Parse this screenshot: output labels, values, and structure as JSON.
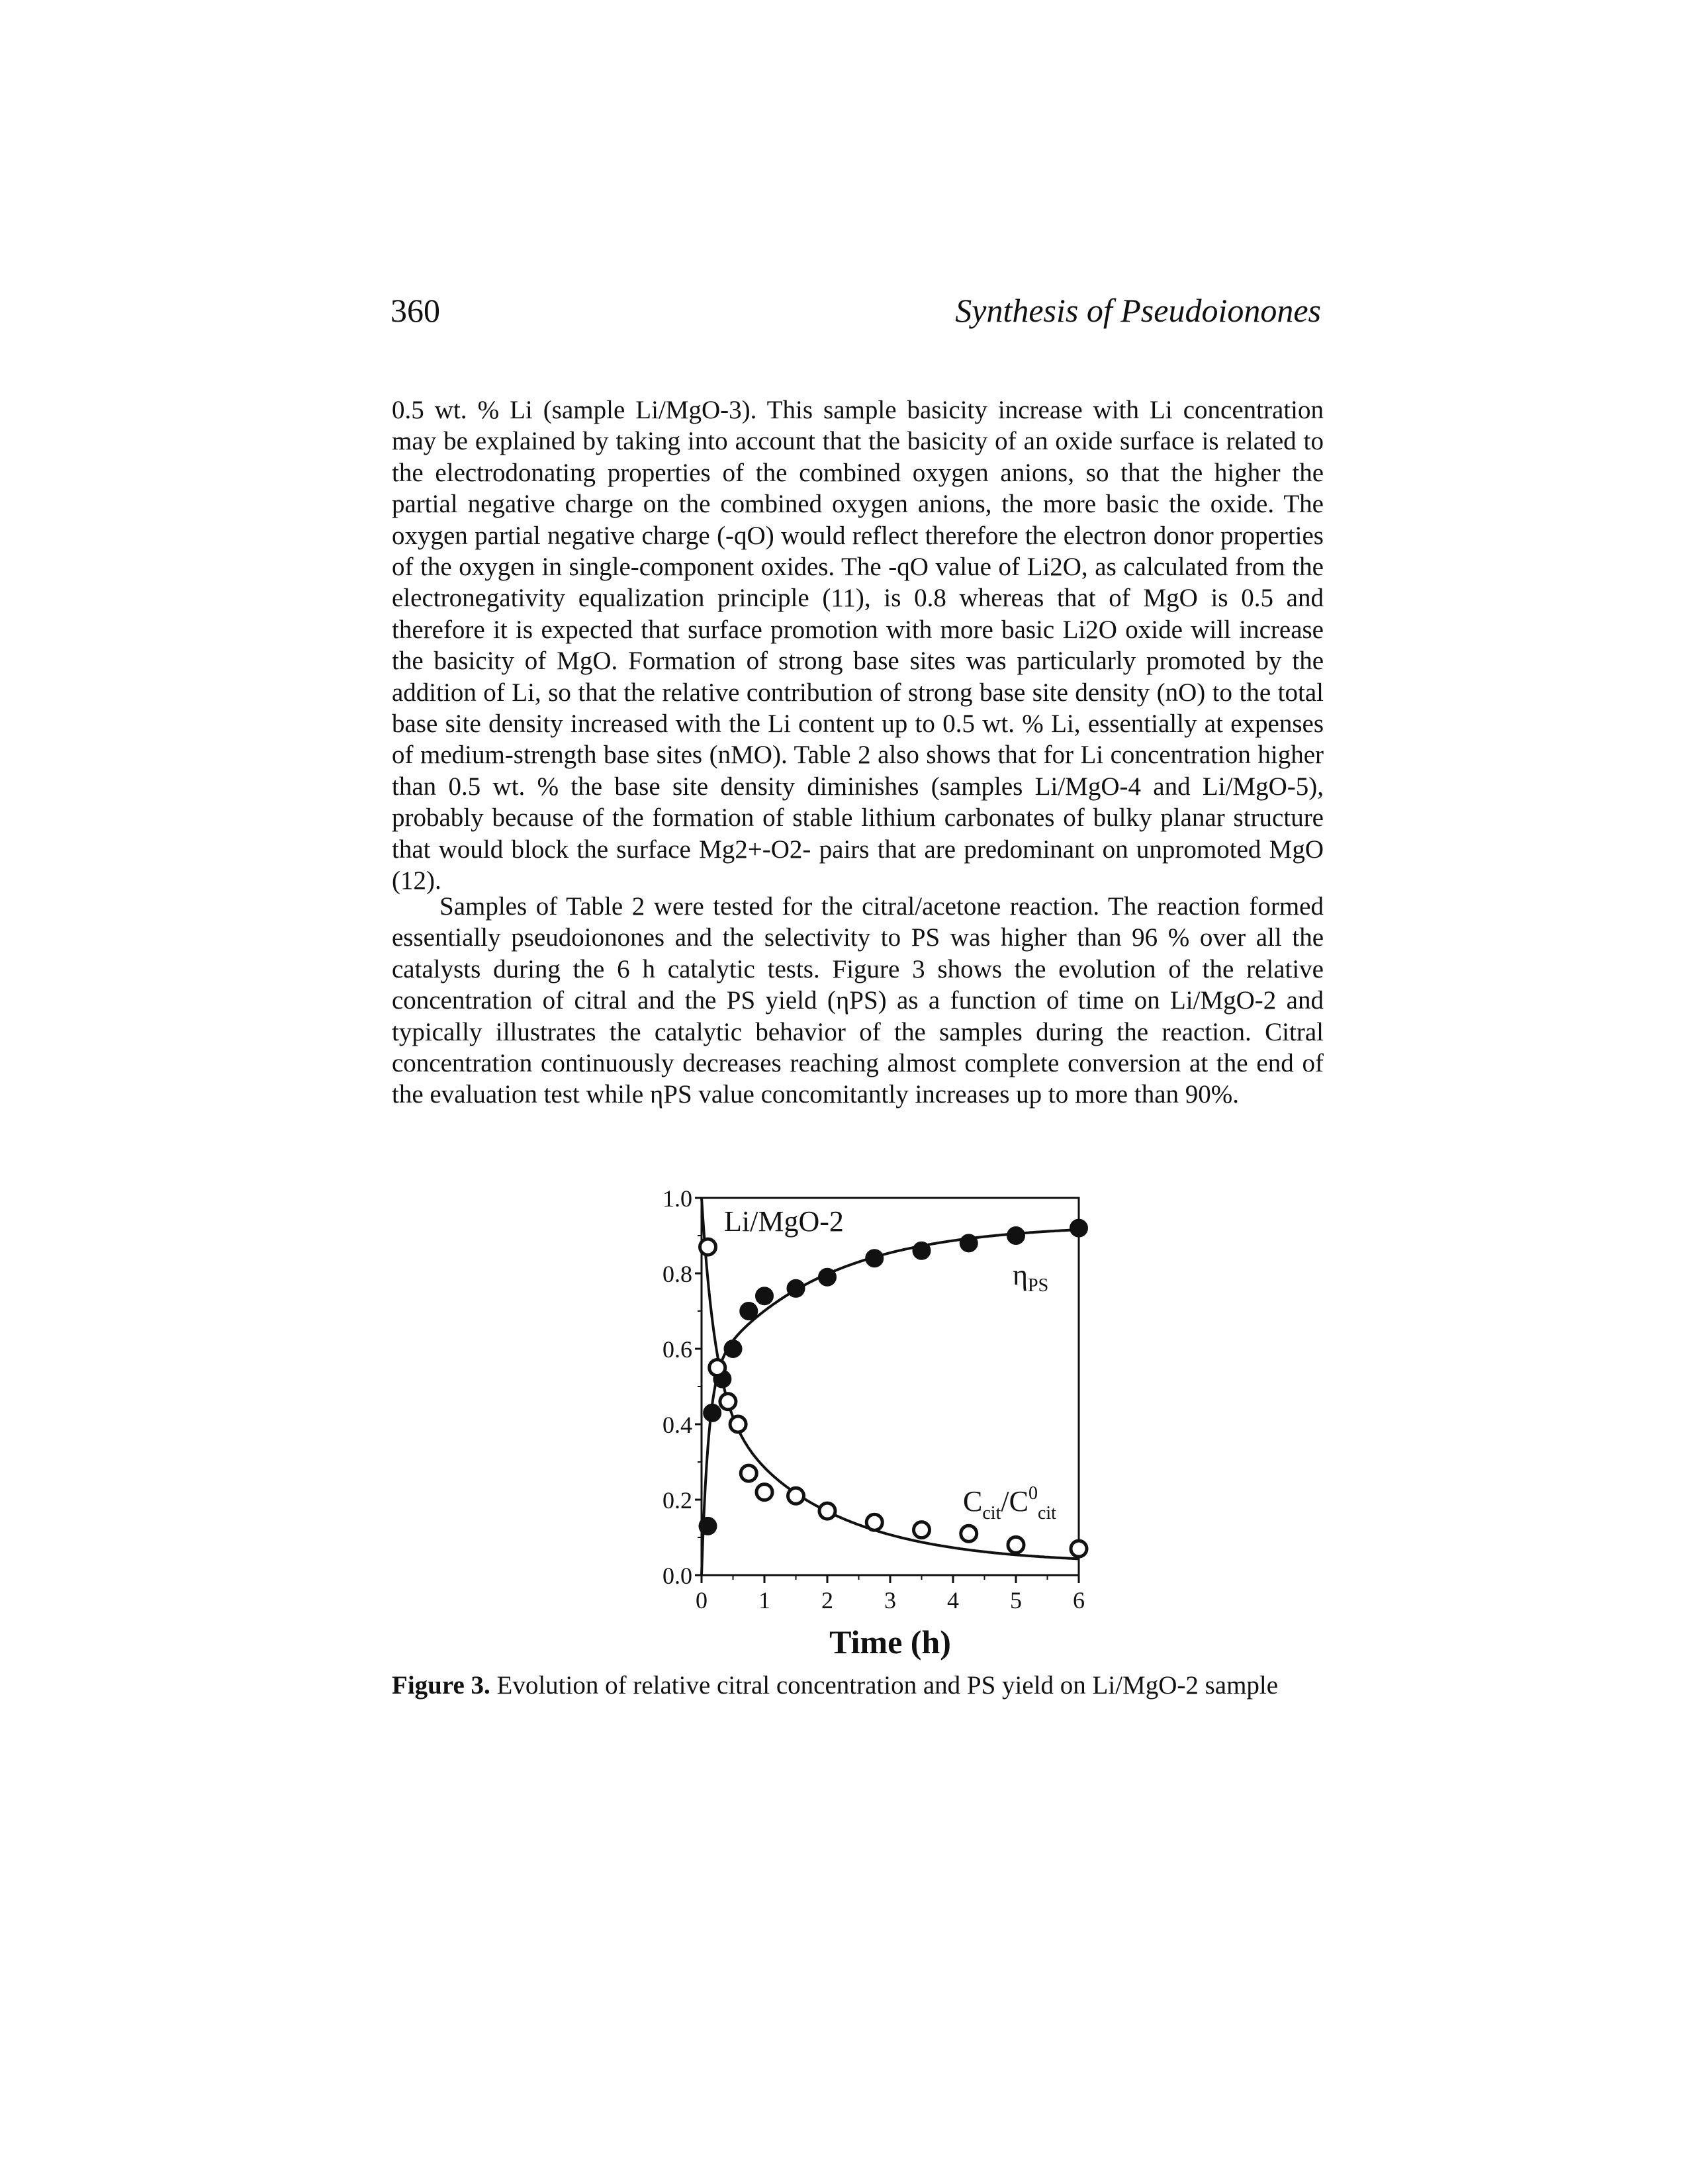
{
  "header": {
    "page_number": "360",
    "running_title": "Synthesis of Pseudoionones"
  },
  "paragraphs": [
    "0.5 wt. % Li (sample Li/MgO-3). This sample basicity increase with Li concentration may be explained by taking into account that the basicity of an oxide surface is related to the electrodonating properties of the combined oxygen anions, so that the higher the partial negative charge on the combined oxygen anions, the more basic the oxide. The oxygen partial negative charge (-qO) would reflect therefore the electron donor properties of the oxygen in single-component oxides. The -qO value of Li2O, as calculated from the electronegativity equalization principle (11), is 0.8 whereas that of MgO is 0.5 and therefore it is expected that surface promotion with more basic Li2O oxide will increase the basicity of MgO. Formation of strong base sites was particularly promoted by the addition of Li, so that the relative contribution of strong base site density (nO) to the total base site density increased with the Li content up to 0.5 wt. % Li, essentially at expenses of medium-strength base sites (nMO). Table 2 also shows that for Li concentration higher than 0.5 wt. % the base site density diminishes (samples Li/MgO-4 and Li/MgO-5), probably because of the formation of stable lithium carbonates of bulky planar structure that would block the surface Mg2+-O2- pairs that are predominant on unpromoted MgO (12).",
    "Samples of Table 2 were tested for the citral/acetone reaction. The reaction formed essentially pseudoionones and the selectivity to PS was higher than 96 % over all the catalysts during the 6 h catalytic tests. Figure 3 shows the evolution of the relative concentration of citral and the PS yield (ηPS) as a function of time on Li/MgO-2 and typically illustrates the catalytic behavior of the samples during the reaction. Citral concentration continuously decreases reaching almost complete conversion at the end of the evaluation test while ηPS value concomitantly increases up to more than 90%."
  ],
  "figure": {
    "caption_label": "Figure 3.",
    "caption_text": " Evolution of relative citral concentration and PS yield on Li/MgO-2 sample"
  },
  "chart_data": {
    "type": "scatter",
    "title": "Li/MgO-2",
    "xlabel": "Time (h)",
    "ylabel": "",
    "xlim": [
      0,
      6
    ],
    "ylim": [
      0,
      1.0
    ],
    "x_ticks": [
      "0",
      "1",
      "2",
      "3",
      "4",
      "5",
      "6"
    ],
    "y_ticks": [
      "0.0",
      "0.2",
      "0.4",
      "0.6",
      "0.8",
      "1.0"
    ],
    "grid": false,
    "series": [
      {
        "name": "ηPS",
        "marker": "filled-circle",
        "x": [
          0.1,
          0.17,
          0.33,
          0.5,
          0.75,
          1.0,
          1.5,
          2.0,
          2.75,
          3.5,
          4.25,
          5.0,
          6.0
        ],
        "y": [
          0.13,
          0.43,
          0.52,
          0.6,
          0.7,
          0.74,
          0.76,
          0.79,
          0.84,
          0.86,
          0.88,
          0.9,
          0.92
        ]
      },
      {
        "name": "Ccit/C0cit",
        "marker": "open-circle",
        "x": [
          0.1,
          0.25,
          0.42,
          0.58,
          0.75,
          1.0,
          1.5,
          2.0,
          2.75,
          3.5,
          4.25,
          5.0,
          6.0
        ],
        "y": [
          0.87,
          0.55,
          0.46,
          0.4,
          0.27,
          0.22,
          0.21,
          0.17,
          0.14,
          0.12,
          0.11,
          0.08,
          0.07
        ]
      }
    ]
  }
}
